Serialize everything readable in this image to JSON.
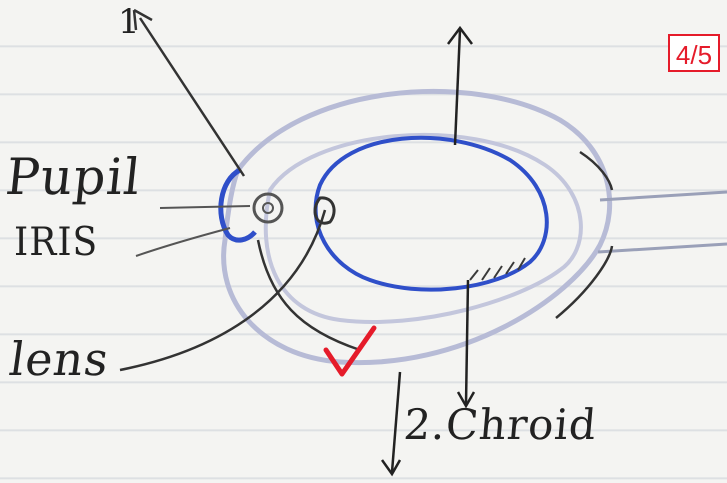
{
  "labels": {
    "top_mark": "1",
    "pupil": "Pupil",
    "iris": "IRIS",
    "lens": "lens",
    "choroid": "2.Chroid"
  },
  "grading": {
    "score": "4/5",
    "check_mark": "tick-mark",
    "color": "#e51b2a"
  },
  "colors": {
    "ink": "#222222",
    "pen_blue": "#2f4fc9",
    "ruled_line": "#d6d9de",
    "paper": "#f4f4f2"
  }
}
